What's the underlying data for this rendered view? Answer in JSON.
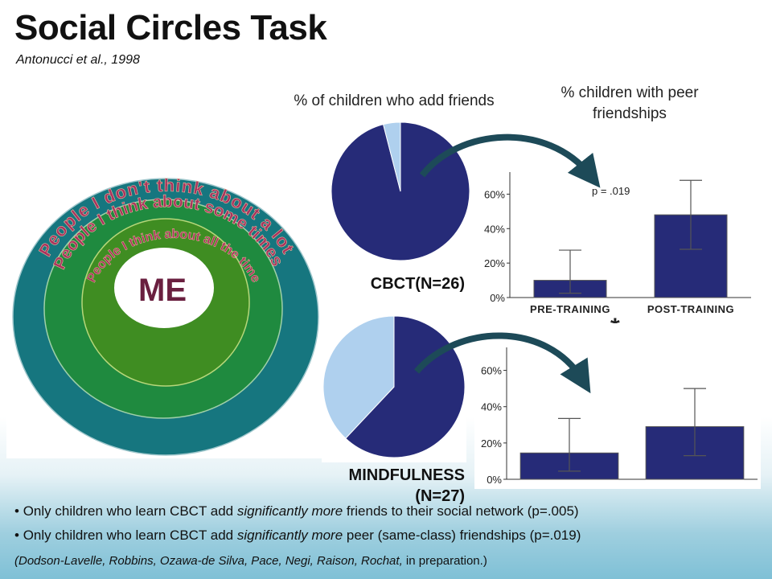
{
  "title": "Social Circles Task",
  "subtitle": "Antonucci et al., 1998",
  "headers": {
    "pie": "% of children who add friends",
    "bar": "% children with peer friendships"
  },
  "circles": {
    "outer": "People I don't think about a lot",
    "middle": "People I think about some times",
    "inner": "People I think about all the time",
    "center": "ME",
    "colors": {
      "outer": "#16767f",
      "middle": "#1f8a3f",
      "inner": "#3f8d22",
      "center": "#ffffff"
    }
  },
  "groups": [
    {
      "label": "CBCT(N=26)"
    },
    {
      "label_line1": "MINDFULNESS",
      "label_line2": "(N=27)"
    }
  ],
  "annotation": {
    "star": "*",
    "p": "p = .019"
  },
  "bullets": [
    {
      "pre": "Only children who learn CBCT add ",
      "em": "significantly more",
      "post": " friends to their social network (p=.005)"
    },
    {
      "pre": "Only children who learn CBCT add ",
      "em": "significantly more",
      "post": " peer (same-class) friendships (p=.019)"
    }
  ],
  "citation": {
    "italic": "(Dodson-Lavelle, Robbins, Ozawa-de Silva, Pace, Negi, Raison, Rochat,",
    "plain": " in preparation.)"
  },
  "colors": {
    "bar": "#262b78",
    "pie_main": "#262b78",
    "pie_light": "#afd0ee",
    "arrow": "#1d4a58"
  },
  "chart_data": [
    {
      "type": "pie",
      "group": "CBCT(N=26)",
      "slices": [
        {
          "label": "",
          "value": 96,
          "color": "#262b78"
        },
        {
          "label": "",
          "value": 4,
          "color": "#afd0ee"
        }
      ]
    },
    {
      "type": "pie",
      "group": "MINDFULNESS (N=27)",
      "slices": [
        {
          "label": "",
          "value": 62,
          "color": "#262b78"
        },
        {
          "label": "",
          "value": 38,
          "color": "#afd0ee"
        }
      ]
    },
    {
      "type": "bar",
      "group": "CBCT(N=26)",
      "categories": [
        "PRE-TRAINING",
        "POST-TRAINING"
      ],
      "values": [
        10,
        48
      ],
      "error": [
        [
          2.5,
          27.5
        ],
        [
          28,
          68
        ]
      ],
      "yticks": [
        "0%",
        "20%",
        "40%",
        "60%"
      ],
      "ylim": [
        0,
        70
      ],
      "grid": false
    },
    {
      "type": "bar",
      "group": "MINDFULNESS (N=27)",
      "categories": [
        "",
        ""
      ],
      "values": [
        14.5,
        29
      ],
      "error": [
        [
          4.5,
          33.5
        ],
        [
          13,
          50
        ]
      ],
      "yticks": [
        "0%",
        "20%",
        "40%",
        "60%"
      ],
      "ylim": [
        0,
        70
      ],
      "grid": false
    }
  ]
}
